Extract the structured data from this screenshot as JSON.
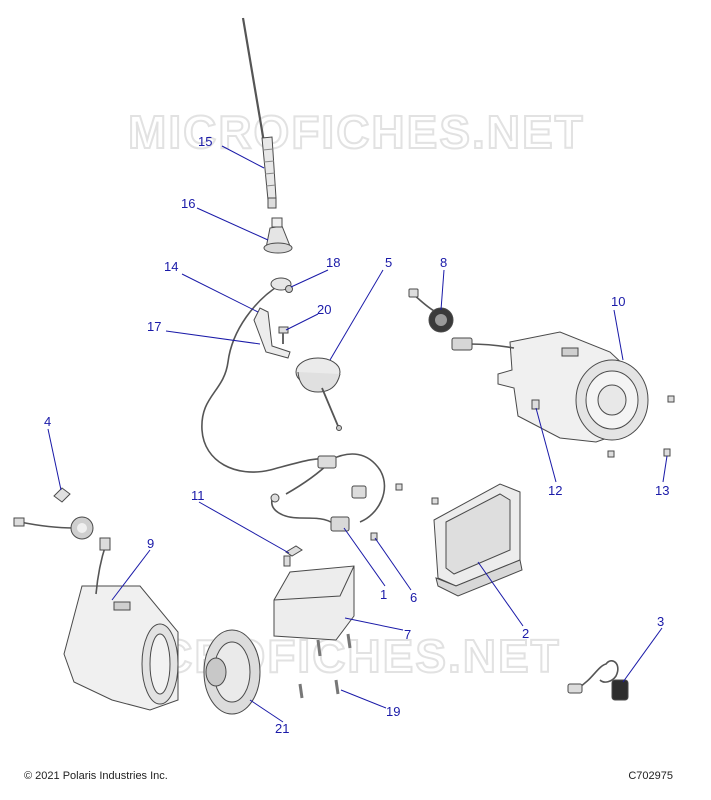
{
  "watermark": "MICROFICHES.NET",
  "footer": {
    "copyright": "© 2021 Polaris Industries Inc.",
    "diagram_id": "C702975"
  },
  "callouts": {
    "c1": "1",
    "c2": "2",
    "c3": "3",
    "c4": "4",
    "c5": "5",
    "c6": "6",
    "c7": "7",
    "c8": "8",
    "c9": "9",
    "c10": "10",
    "c11": "11",
    "c12": "12",
    "c13": "13",
    "c14": "14",
    "c15": "15",
    "c16": "16",
    "c17": "17",
    "c18": "18",
    "c19": "19",
    "c20": "20",
    "c21": "21"
  },
  "colors": {
    "callout": "#1a1aa8",
    "part_fill": "#f2f2f2",
    "part_stroke": "#4a4a4a",
    "watermark": "#e2e2e2"
  }
}
